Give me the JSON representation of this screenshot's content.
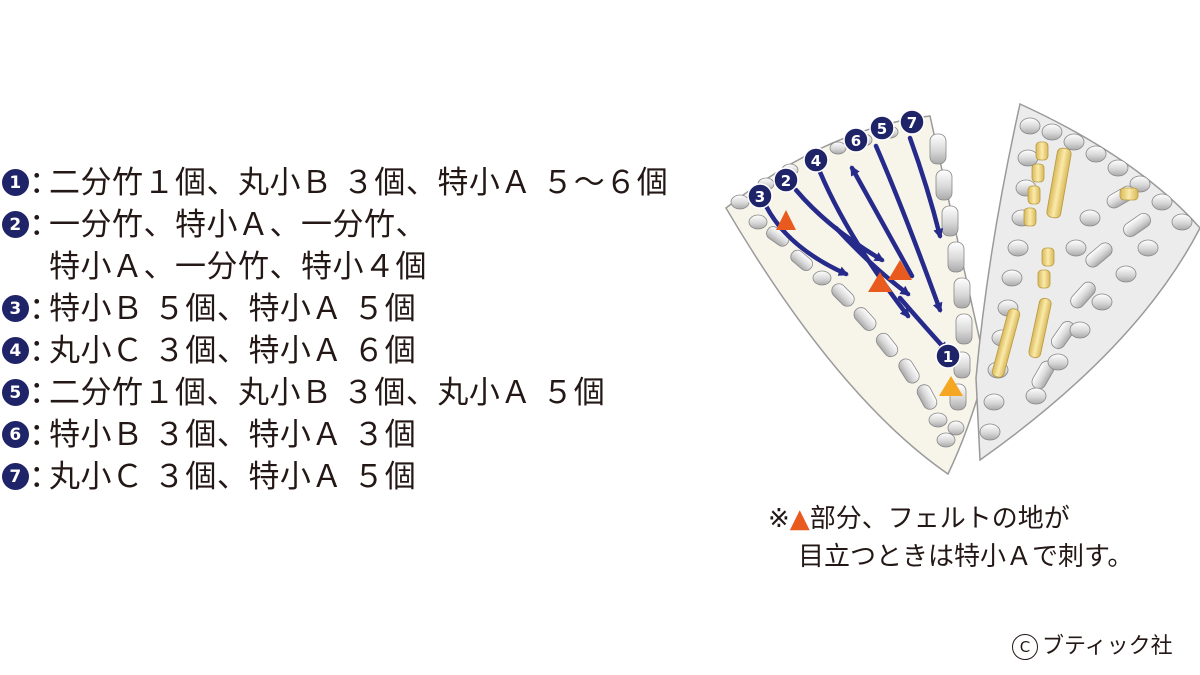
{
  "legend": [
    {
      "num": "1",
      "colon": "：",
      "lines": [
        "二分竹１個、丸小Ｂ ３個、特小Ａ ５～６個"
      ]
    },
    {
      "num": "2",
      "colon": "：",
      "lines": [
        "一分竹、特小Ａ、一分竹、",
        "特小Ａ、一分竹、特小４個"
      ]
    },
    {
      "num": "3",
      "colon": "：",
      "lines": [
        "特小Ｂ ５個、特小Ａ ５個"
      ]
    },
    {
      "num": "4",
      "colon": "：",
      "lines": [
        "丸小Ｃ ３個、特小Ａ ６個"
      ]
    },
    {
      "num": "5",
      "colon": "：",
      "lines": [
        "二分竹１個、丸小Ｂ ３個、丸小Ａ ５個"
      ]
    },
    {
      "num": "6",
      "colon": "：",
      "lines": [
        "特小Ｂ ３個、特小Ａ ３個"
      ]
    },
    {
      "num": "7",
      "colon": "：",
      "lines": [
        "丸小Ｃ ３個、特小Ａ ５個"
      ]
    }
  ],
  "note": {
    "prefix": "※",
    "triangle": "▲",
    "line1": "部分、フェルトの地が",
    "line2": "目立つときは特小Ａで刺す。"
  },
  "credit": {
    "copyright": "C",
    "text": "ブティック社"
  },
  "diagram_labels": {
    "n1": "1",
    "n2": "2",
    "n3": "3",
    "n4": "4",
    "n5": "5",
    "n6": "6",
    "n7": "7"
  },
  "colors": {
    "badge": "#1f2368",
    "arrow": "#262a8a",
    "triangle_orange": "#e95a1e",
    "triangle_yellow": "#f5a623",
    "bamboo": "#f3d98a",
    "felt": "#f7f4ea"
  }
}
